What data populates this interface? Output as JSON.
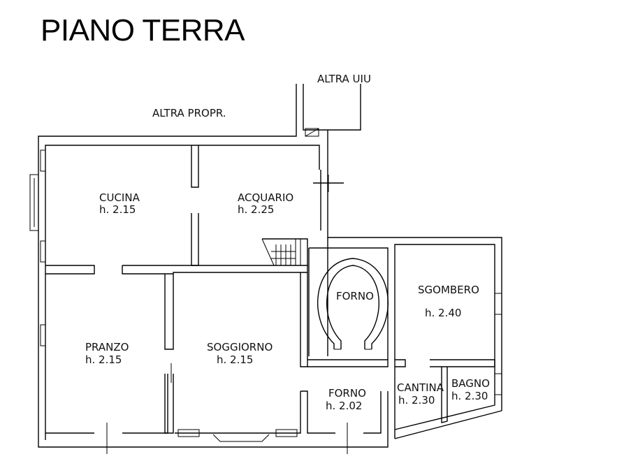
{
  "title": "PIANO TERRA",
  "labels": {
    "altra_uiu": "ALTRA UIU",
    "altra_propr": "ALTRA PROPR."
  },
  "rooms": {
    "cucina": {
      "name": "CUCINA",
      "height": "h. 2.15"
    },
    "acquario": {
      "name": "ACQUARIO",
      "height": "h. 2.25"
    },
    "forno_oven": {
      "name": "FORNO"
    },
    "sgombero": {
      "name": "SGOMBERO",
      "height": "h. 2.40"
    },
    "pranzo": {
      "name": "PRANZO",
      "height": "h. 2.15"
    },
    "soggiorno": {
      "name": "SOGGIORNO",
      "height": "h. 2.15"
    },
    "forno_room": {
      "name": "FORNO",
      "height": "h. 2.02"
    },
    "cantina": {
      "name": "CANTINA",
      "height": "h. 2.30"
    },
    "bagno": {
      "name": "BAGNO",
      "height": "h. 2.30"
    }
  }
}
